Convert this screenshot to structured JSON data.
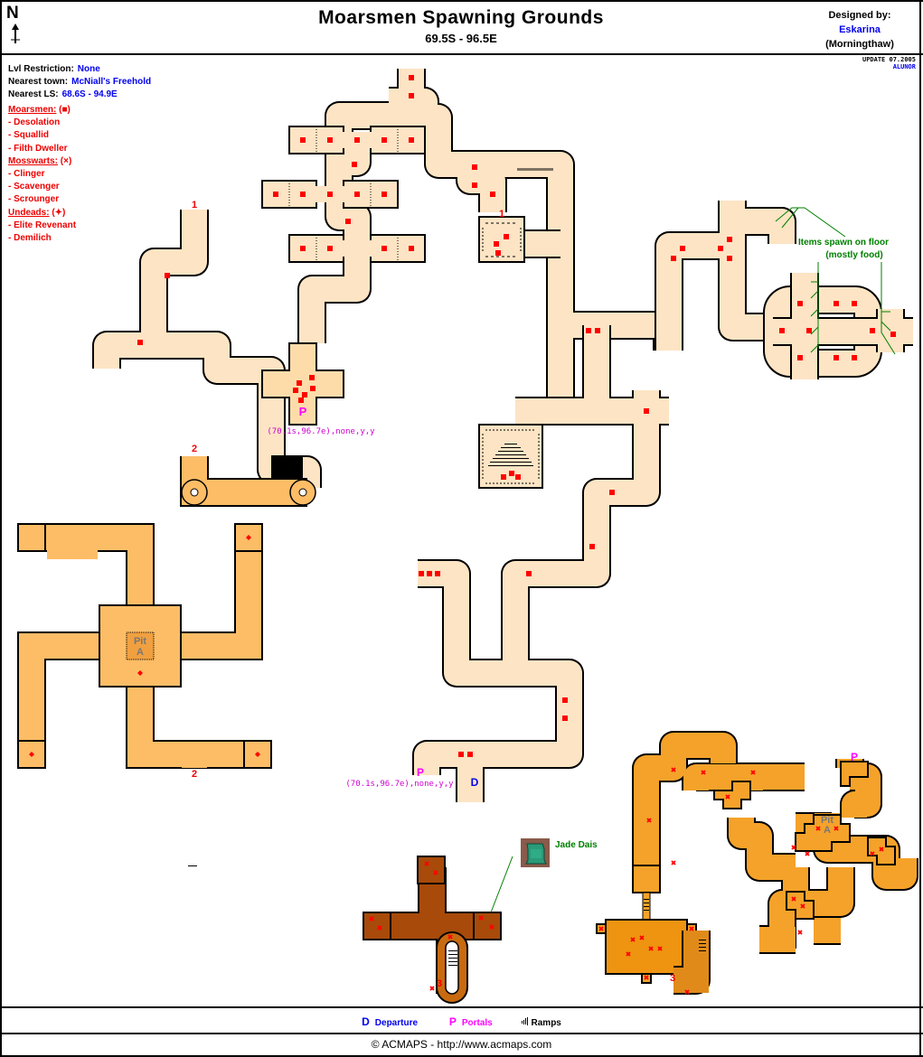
{
  "header": {
    "north_label": "N",
    "title": "Moarsmen Spawning Grounds",
    "coords": "69.5S - 96.5E",
    "designed_by_label": "Designed by:",
    "designer": "Eskarina",
    "designer_server": "(Morningthaw)",
    "update_label": "UPDATE 07.2005",
    "update_author": "ALUNOR"
  },
  "info": {
    "lvl_label": "Lvl Restriction:",
    "lvl_value": "None",
    "town_label": "Nearest town:",
    "town_value": "McNiall's Freehold",
    "ls_label": "Nearest LS:",
    "ls_value": "68.6S - 94.9E"
  },
  "monsters": [
    {
      "group": "Moarsmen:",
      "symbol": "(■)",
      "members": [
        "- Desolation",
        "- Squallid",
        "- Filth Dweller"
      ]
    },
    {
      "group": "Mosswarts:",
      "symbol": "(×)",
      "members": [
        "- Clinger",
        "- Scavenger",
        "- Scrounger"
      ]
    },
    {
      "group": "Undeads:",
      "symbol": "(✦)",
      "members": [
        "- Elite Revenant",
        "- Demilich"
      ]
    }
  ],
  "annotations": {
    "items_line1": "Items spawn on floor",
    "items_line2": "(mostly food)",
    "portal_dest_1": "(70.1s,96.7e),none,y,y",
    "portal_dest_2": "(70.1s,96.7e),none,y,y",
    "jade_dais": "Jade Dais",
    "pit_a_1": "Pit",
    "pit_a_1b": "A",
    "pit_a_2": "Pit",
    "pit_a_2b": "A",
    "link_1a": "1",
    "link_1b": "1",
    "link_2a": "2",
    "link_2b": "2",
    "link_3a": "3",
    "link_3b": "3",
    "portal_marker": "P",
    "departure_marker": "D"
  },
  "legend": {
    "departure_symbol": "D",
    "departure_label": "Departure",
    "portal_symbol": "P",
    "portal_label": "Portals",
    "ramps_label": "Ramps"
  },
  "footer": {
    "copyright": "© ACMAPS - http://www.acmaps.com"
  },
  "colors": {
    "level1": "#fde4c4",
    "level1_room": "#fddcaa",
    "level2": "#fdbd66",
    "level3": "#a84a0a",
    "level4": "#f5a22a",
    "monster": "#ff0000",
    "portal": "#ff00ff",
    "departure": "#0000ee",
    "note": "#008000"
  }
}
